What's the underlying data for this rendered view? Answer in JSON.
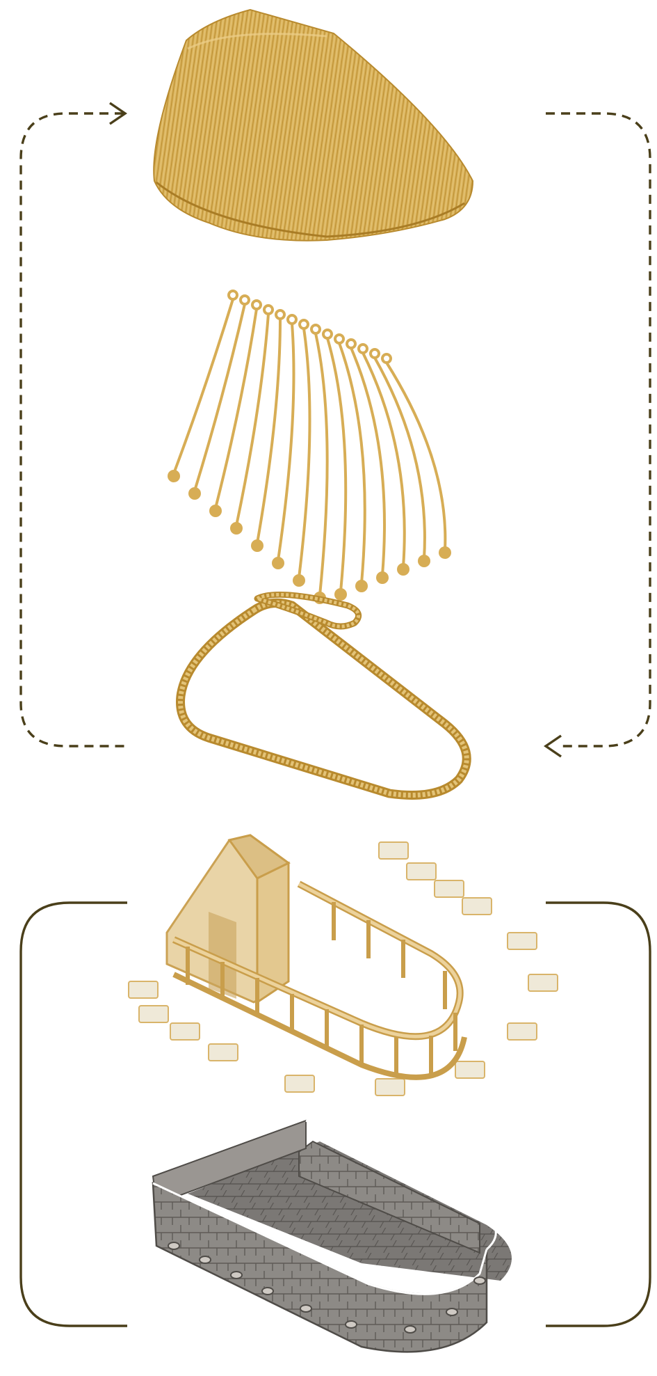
{
  "diagram": {
    "description_visible_text": "",
    "colors": {
      "thatch": "#d9b25a",
      "thatch_dark": "#b88a2e",
      "rope": "#d7ad55",
      "frame": "#d9b46a",
      "frame_fill": "#e8d2a3",
      "panel": "#efe9d8",
      "stone": "#8d8a86",
      "stone_dark": "#5e5b57",
      "connector": "#4a3f1a"
    },
    "components": [
      {
        "id": "thatch-roof",
        "icon": "thatch-roof-icon"
      },
      {
        "id": "rope-arches",
        "icon": "rope-arch-icon"
      },
      {
        "id": "rope-ring",
        "icon": "rope-ring-icon"
      },
      {
        "id": "timber-frame",
        "icon": "timber-frame-icon"
      },
      {
        "id": "stone-base",
        "icon": "stone-base-icon"
      }
    ],
    "connectors": [
      {
        "id": "dashed-loop-upper",
        "style": "dashed",
        "arrows": true
      },
      {
        "id": "solid-bracket-lower",
        "style": "solid",
        "arrows": false
      }
    ]
  }
}
